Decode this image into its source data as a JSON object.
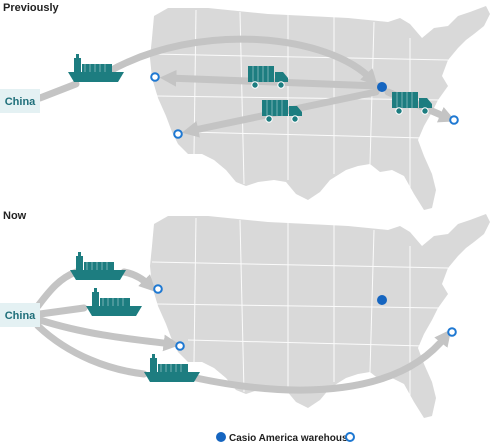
{
  "sections": [
    {
      "title": "Previously",
      "origin": "China"
    },
    {
      "title": "Now",
      "origin": "China"
    }
  ],
  "legend": {
    "warehouse_label": "Casio America warehouse"
  },
  "colors": {
    "map_fill": "#d9d9d9",
    "state_border": "#ffffff",
    "arrow": "#c4c4c4",
    "ship": "#1d7d80",
    "truck": "#1d7d80",
    "warehouse": "#1565c0",
    "port_ring": "#1e78d2",
    "china_box": "#e4f1f3"
  },
  "icons": {
    "ship": "cargo-ship-icon",
    "truck": "delivery-truck-icon",
    "warehouse": "warehouse-dot-icon",
    "port": "port-ring-icon"
  }
}
